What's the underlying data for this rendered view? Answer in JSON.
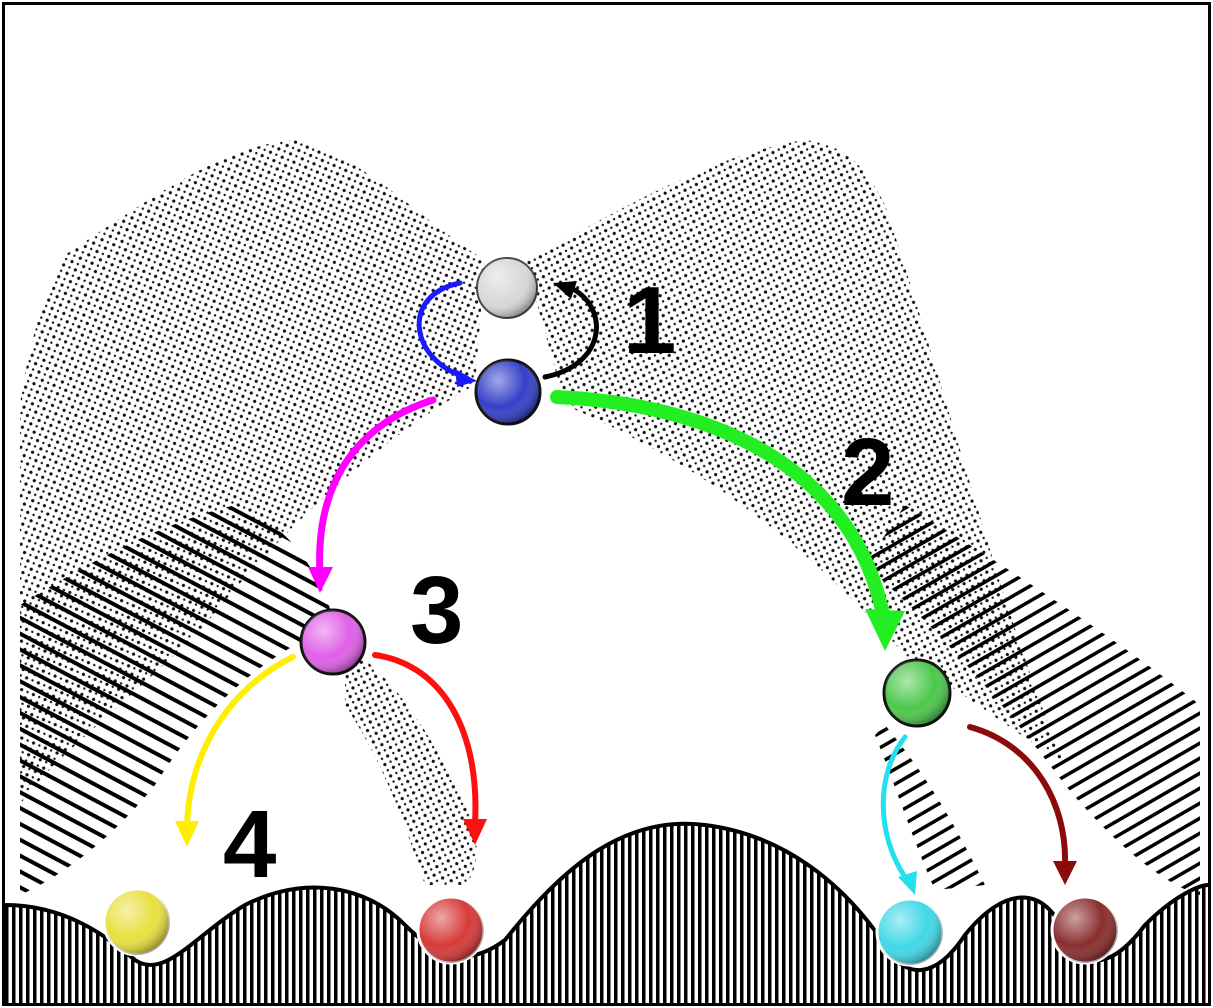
{
  "diagram": {
    "stage_labels": [
      "1",
      "2",
      "3",
      "4"
    ],
    "balls": {
      "top": {
        "color": "#d8d8d8"
      },
      "blue": {
        "color": "#3440c8"
      },
      "magenta": {
        "color": "#e060e8"
      },
      "green": {
        "color": "#4cc84c"
      },
      "yellow": {
        "color": "#e8e040"
      },
      "red": {
        "color": "#d83a3a"
      },
      "cyan": {
        "color": "#40d8e8"
      },
      "dark_red": {
        "color": "#8a2e2e"
      }
    },
    "arrows": {
      "blue": {
        "color": "#1a1aff"
      },
      "black": {
        "color": "#000000"
      },
      "magenta": {
        "color": "#ff00ff"
      },
      "green": {
        "color": "#22ee22"
      },
      "yellow": {
        "color": "#ffee00"
      },
      "red": {
        "color": "#ff1010"
      },
      "cyan": {
        "color": "#22e0ee"
      },
      "dark_red": {
        "color": "#8b0a0a"
      }
    }
  }
}
